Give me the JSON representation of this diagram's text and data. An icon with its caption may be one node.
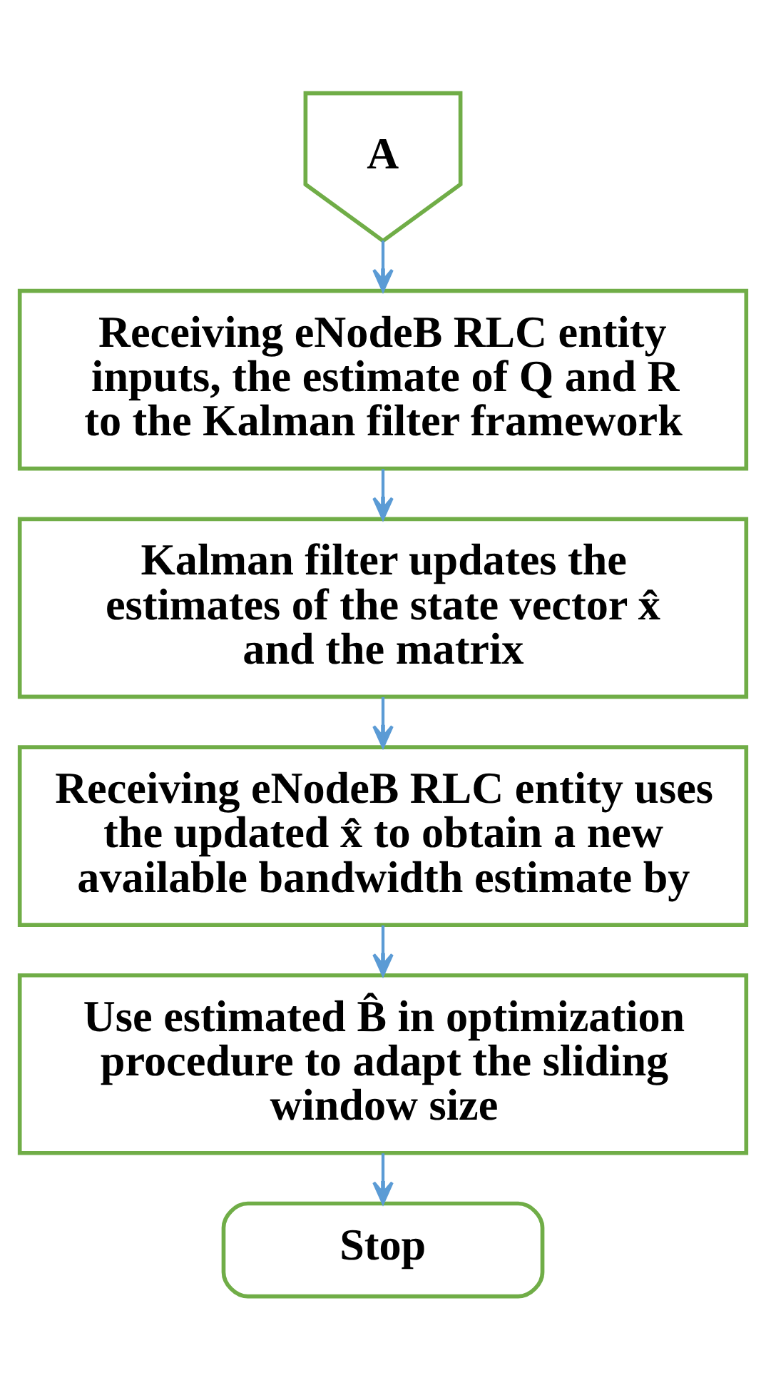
{
  "diagram": {
    "nodes": [
      {
        "text": [
          "A"
        ]
      },
      {
        "text": [
          "Receiving eNodeB RLC entity inputs, the estimate of Q and R to the Kalman filter framework"
        ]
      },
      {
        "text": [
          "Kalman filter updates the estimates of the state vector x̂ and the matrix"
        ]
      },
      {
        "text": [
          "Receiving eNodeB RLC entity uses the updated x̂ to obtain a new available bandwidth estimate by"
        ]
      },
      {
        "text": [
          "Use estimated B̂ in optimization procedure to adapt the sliding window size"
        ]
      },
      {
        "text": [
          "Stop"
        ]
      }
    ],
    "edges": [
      {
        "from": 0,
        "to": 1,
        "arrow": "to"
      },
      {
        "from": 1,
        "to": 2,
        "arrow": "to"
      },
      {
        "from": 2,
        "to": 3,
        "arrow": "to"
      },
      {
        "from": 3,
        "to": 4,
        "arrow": "to"
      },
      {
        "from": 4,
        "to": 5,
        "arrow": "to"
      }
    ]
  }
}
